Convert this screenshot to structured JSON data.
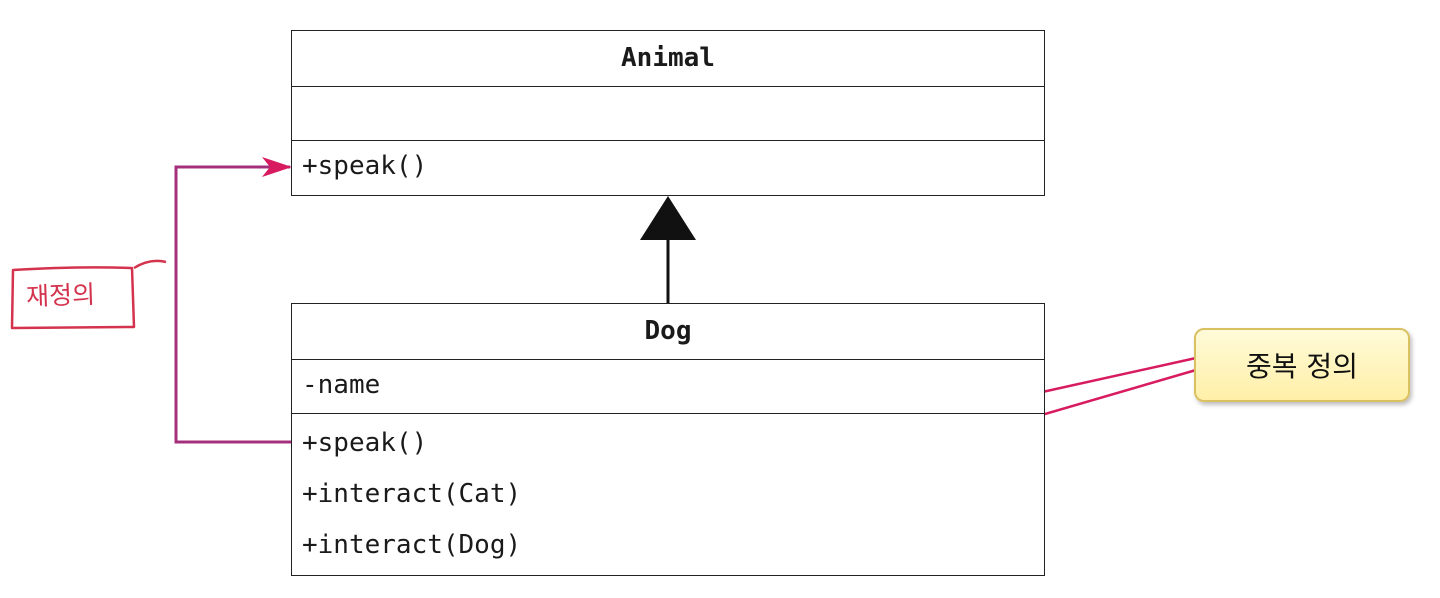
{
  "classes": {
    "animal": {
      "name": "Animal",
      "attributes": "",
      "operations": [
        "+speak()"
      ]
    },
    "dog": {
      "name": "Dog",
      "attributes": "-name",
      "operations": [
        "+speak()",
        "+interact(Cat)",
        "+interact(Dog)"
      ]
    }
  },
  "annotations": {
    "overloading_label": "중복 정의",
    "overriding_handwritten": "재정의"
  },
  "colors": {
    "arrow_pink": "#d81b60",
    "override_connector": "#a4307d",
    "handwriting_red": "#d4334e",
    "callout_fill": "#fff4bf",
    "callout_border": "#d9c060"
  }
}
